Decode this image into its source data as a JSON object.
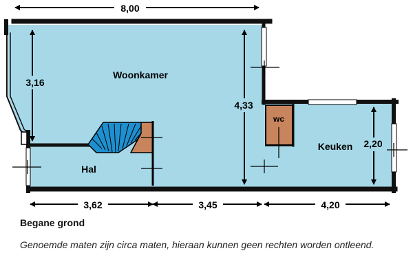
{
  "dimensions": {
    "total_width": "8,00",
    "woonkamer_depth": "4,33",
    "left_upper": "3,16",
    "keuken_depth": "2,20",
    "bottom_hal": "3,62",
    "bottom_mid": "3,45",
    "bottom_keuken": "4,20"
  },
  "rooms": {
    "woonkamer": "Woonkamer",
    "hal": "Hal",
    "keuken": "Keuken",
    "wc": "wc"
  },
  "caption": {
    "floor": "Begane grond",
    "disclaimer": "Genoemde maten zijn circa maten, hieraan kunnen geen rechten worden ontleend."
  },
  "colors": {
    "floor": "#a6d8e8",
    "stairs": "#1e90d0",
    "wc": "#c8845c",
    "wall": "#111111"
  }
}
